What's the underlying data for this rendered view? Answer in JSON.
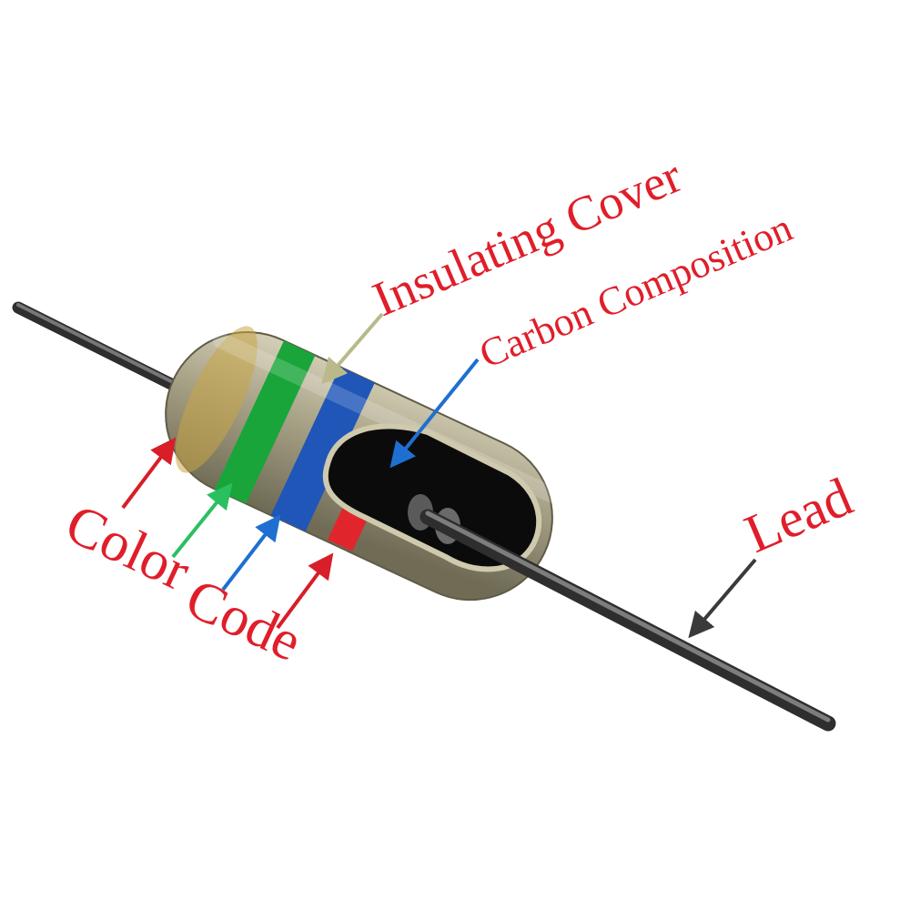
{
  "labels": {
    "insulating_cover": "Insulating Cover",
    "carbon_composition": "Carbon Composition",
    "color_code_line1": "Color",
    "color_code_line2": "Code",
    "lead": "Lead"
  },
  "colors": {
    "label_text": "#e01e2a",
    "body": "#a8a287",
    "body_shadow": "#6f6b55",
    "body_highlight": "#d9d4bb",
    "band_green": "#19a53a",
    "band_blue": "#1f56b8",
    "band_red": "#e0262c",
    "band_gold": "#c9a646",
    "wire": "#4a4a4a",
    "core_dark": "#0b0b0b",
    "arrow_insulating": "#b9b98a",
    "arrow_carbon": "#1f6fd0",
    "arrow_red": "#d81e28",
    "arrow_green": "#2ac060",
    "arrow_blue": "#1f6fd0",
    "arrow_lead": "#3a3a3a"
  }
}
